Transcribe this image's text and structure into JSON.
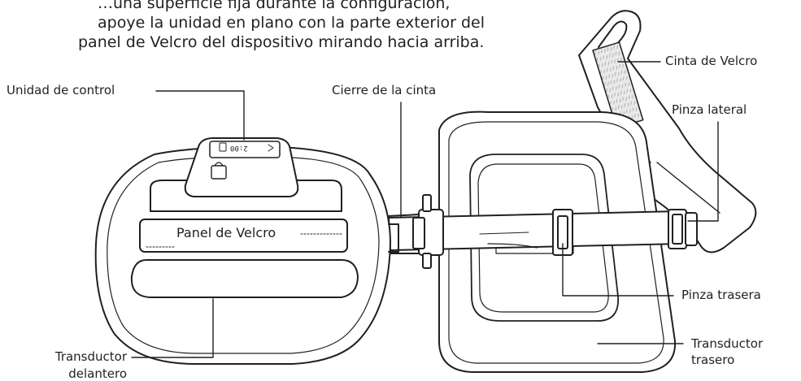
{
  "intro": {
    "line1": "…una superficie fija durante la configuración,",
    "line2": "apoye la unidad en plano con la parte exterior del",
    "line3": "panel de Velcro del dispositivo mirando hacia arriba."
  },
  "labels": {
    "control_unit": "Unidad de control",
    "strap_buckle": "Cierre de la cinta",
    "velcro_strap": "Cinta de Velcro",
    "side_clip": "Pinza lateral",
    "velcro_panel": "Panel de Velcro",
    "rear_clip": "Pinza trasera",
    "front_transducer_line1": "Transductor",
    "front_transducer_line2": "delantero",
    "rear_transducer_line1": "Transductor",
    "rear_transducer_line2": "trasero"
  },
  "device": {
    "display_text": "2:00"
  },
  "colors": {
    "ink": "#231f20",
    "background": "#ffffff",
    "velcro_texture": "#d9d9d9"
  }
}
